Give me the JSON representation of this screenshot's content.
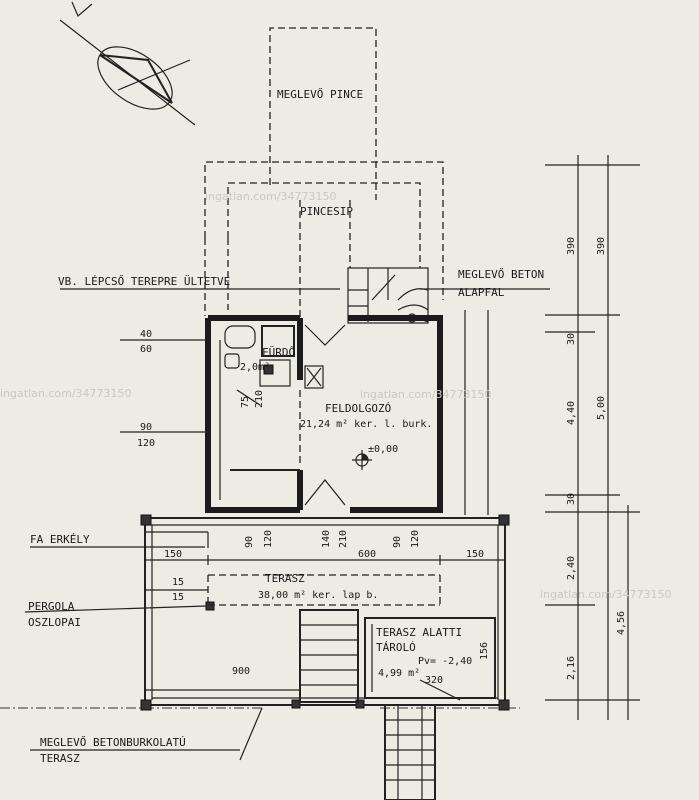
{
  "labels": {
    "pince": "MEGLEVŐ PINCE",
    "pincesip": "PINCESIP",
    "vb_lepcso": "VB. LÉPCSŐ TEREPRE ÜLTETVE",
    "beton_line1": "MEGLEVŐ BETON",
    "beton_line2": "ALAPFAL",
    "furdo": "FÜRDŐ",
    "furdo_area": "2,0m²",
    "feldolgozo": "FELDOLGOZÓ",
    "feldolgozo_area": "21,24 m² ker. l. burk.",
    "level": "±0,00",
    "fa_erkely": "FA ERKÉLY",
    "terasz": "TERASZ",
    "terasz_area": "38,00 m² ker. lap b.",
    "pergola_line1": "PERGOLA",
    "pergola_line2": "OSZLOPAI",
    "tarolo_line1": "TERASZ ALATTI",
    "tarolo_line2": "TÁROLÓ",
    "tarolo_area": "4,99 m²",
    "tarolo_level": "Pv= -2,40",
    "betonburk_line1": "MEGLEVŐ BETONBURKOLATÚ",
    "betonburk_line2": "TERASZ"
  },
  "dims": {
    "d40": "40",
    "d60": "60",
    "d90": "90",
    "d120": "120",
    "d150": "150",
    "d600": "600",
    "d15": "15",
    "d900": "900",
    "d140": "140",
    "d210": "210",
    "d75": "75",
    "d320": "320",
    "d156": "156",
    "r390": "390",
    "r30": "30",
    "r440": "4,40",
    "r500": "5,00",
    "r240": "2,40",
    "r216": "2,16",
    "r456": "4,56"
  },
  "watermark": "ingatlan.com/34773150"
}
